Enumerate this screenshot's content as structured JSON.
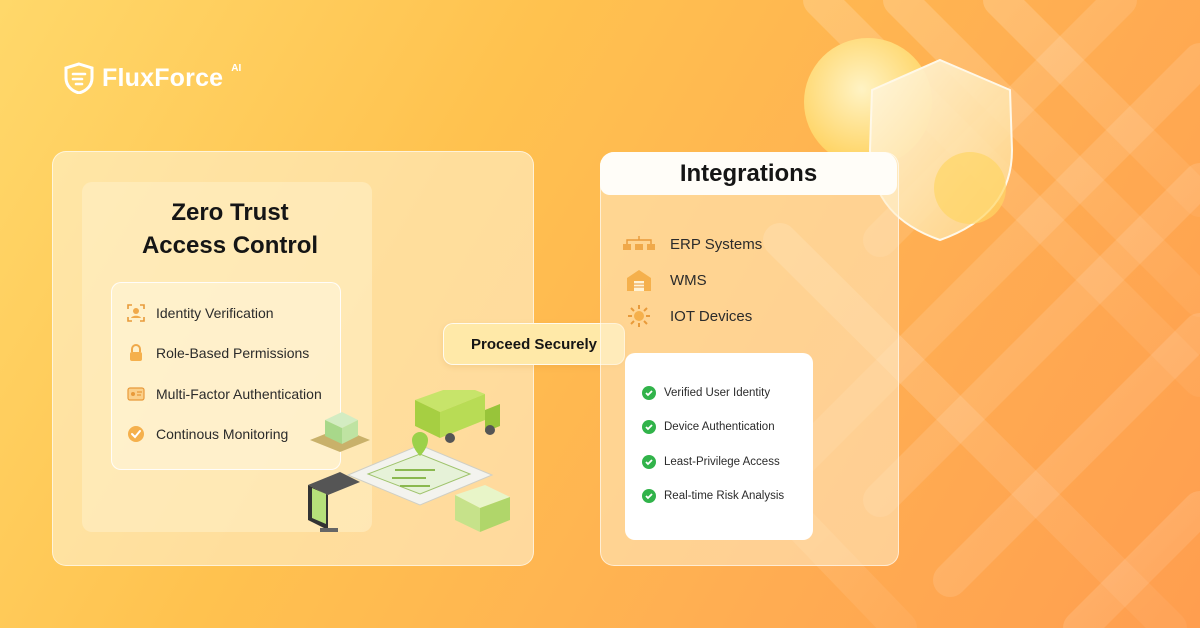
{
  "brand": {
    "name": "FluxForce",
    "superscript": "AI"
  },
  "left_panel": {
    "title_line1": "Zero Trust",
    "title_line2": "Access Control",
    "features": [
      {
        "label": "Identity Verification",
        "icon": "id-scan-icon"
      },
      {
        "label": "Role-Based Permissions",
        "icon": "lock-icon"
      },
      {
        "label": "Multi-Factor Authentication",
        "icon": "mfa-card-icon"
      },
      {
        "label": "Continous Monitoring",
        "icon": "check-badge-icon"
      }
    ]
  },
  "proceed_button": {
    "label": "Proceed Securely"
  },
  "right_panel": {
    "title": "Integrations",
    "integrations": [
      {
        "label": "ERP Systems",
        "icon": "erp-network-icon"
      },
      {
        "label": "WMS",
        "icon": "warehouse-icon"
      },
      {
        "label": "IOT Devices",
        "icon": "iot-gear-icon"
      }
    ],
    "checks": [
      "Verified User Identity",
      "Device Authentication",
      "Least-Privilege Access",
      "Real-time Risk Analysis"
    ]
  },
  "colors": {
    "background_start": "#ffd86a",
    "background_end": "#ff9e4f",
    "check_green": "#31b34a",
    "accent_orange": "#f5a623"
  }
}
